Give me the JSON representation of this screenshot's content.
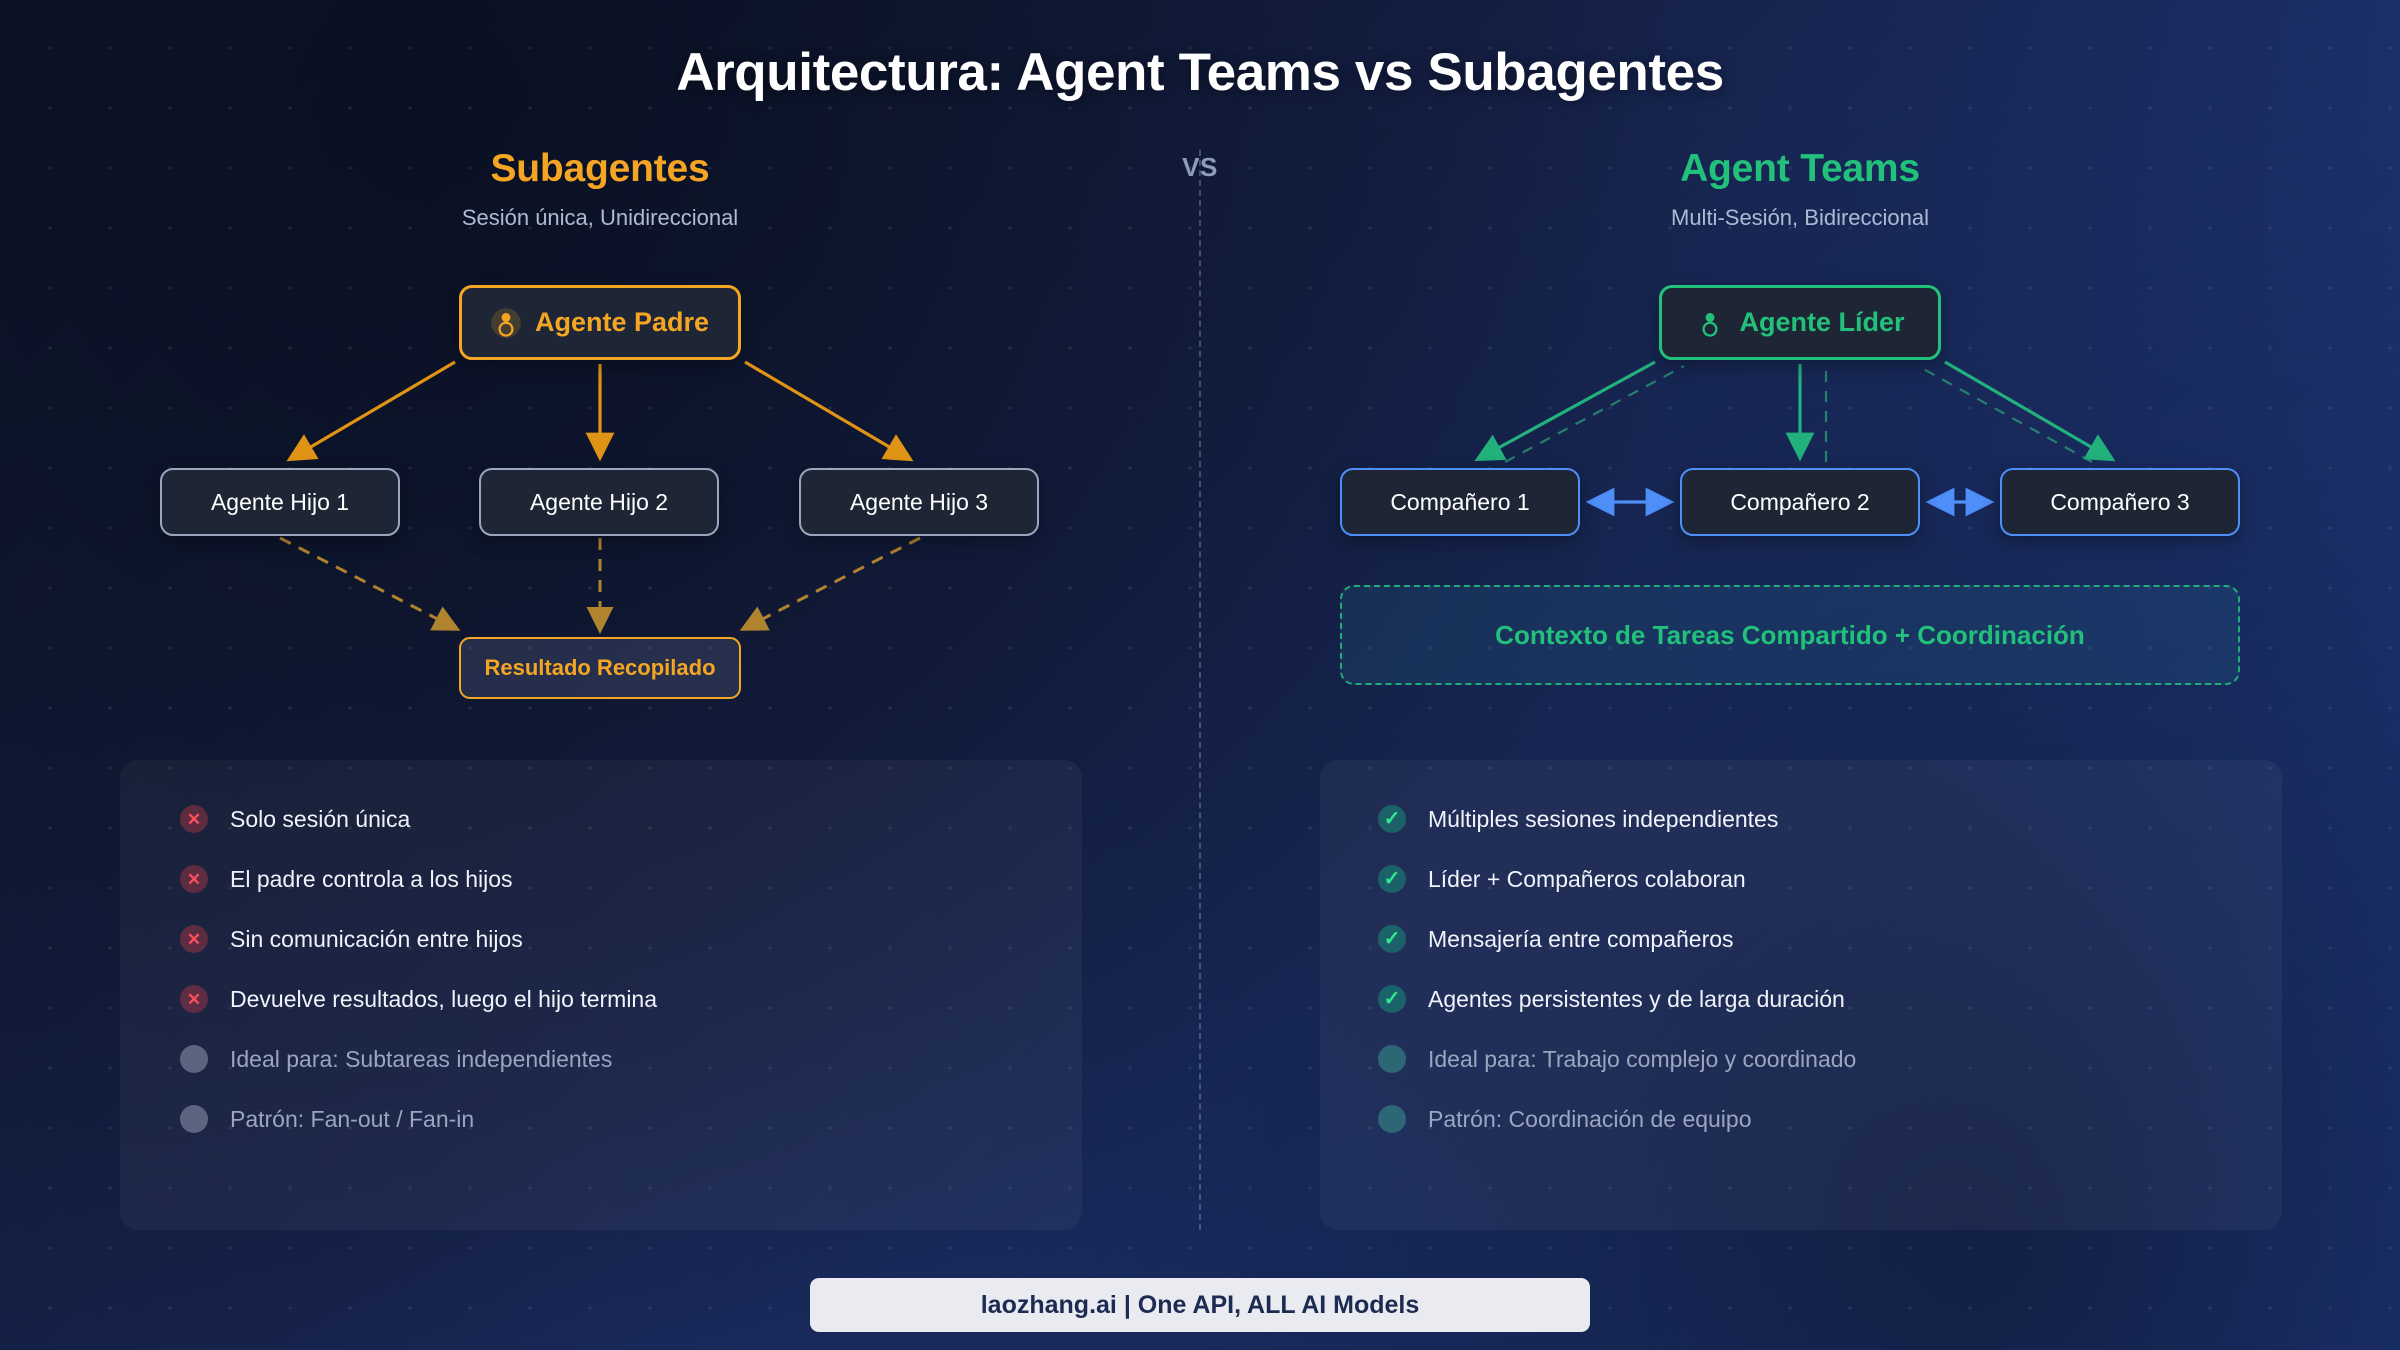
{
  "title": "Arquitectura: Agent Teams vs Subagentes",
  "divider": {
    "label": "VS"
  },
  "colors": {
    "subagents_accent": "#f5a524",
    "teams_accent": "#22c17b",
    "peer_border": "#4d8ef7",
    "cross_red": "#ff4d5e",
    "check_green": "#2ee88f"
  },
  "left": {
    "heading": "Subagentes",
    "subheading": "Sesión única, Unidireccional",
    "root": {
      "label": "Agente Padre",
      "icon": "person-icon"
    },
    "children": [
      {
        "label": "Agente Hijo 1"
      },
      {
        "label": "Agente Hijo 2"
      },
      {
        "label": "Agente Hijo 3"
      }
    ],
    "result": {
      "label": "Resultado Recopilado"
    },
    "features": [
      {
        "type": "cross",
        "text": "Solo sesión única"
      },
      {
        "type": "cross",
        "text": "El padre controla a los hijos"
      },
      {
        "type": "cross",
        "text": "Sin comunicación entre hijos"
      },
      {
        "type": "cross",
        "text": "Devuelve resultados, luego el hijo termina"
      },
      {
        "type": "dot",
        "text": "Ideal para: Subtareas independientes"
      },
      {
        "type": "dot",
        "text": "Patrón: Fan-out / Fan-in"
      }
    ]
  },
  "right": {
    "heading": "Agent Teams",
    "subheading": "Multi-Sesión, Bidireccional",
    "root": {
      "label": "Agente Líder",
      "icon": "person-icon"
    },
    "peers": [
      {
        "label": "Compañero 1"
      },
      {
        "label": "Compañero 2"
      },
      {
        "label": "Compañero 3"
      }
    ],
    "shared": {
      "label": "Contexto de Tareas Compartido + Coordinación"
    },
    "features": [
      {
        "type": "check",
        "text": "Múltiples sesiones independientes"
      },
      {
        "type": "check",
        "text": "Líder + Compañeros colaboran"
      },
      {
        "type": "check",
        "text": "Mensajería entre compañeros"
      },
      {
        "type": "check",
        "text": "Agentes persistentes y de larga duración"
      },
      {
        "type": "dot",
        "text": "Ideal para: Trabajo complejo y coordinado"
      },
      {
        "type": "dot",
        "text": "Patrón: Coordinación de equipo"
      }
    ]
  },
  "footer": {
    "label": "laozhang.ai | One API, ALL AI Models"
  }
}
